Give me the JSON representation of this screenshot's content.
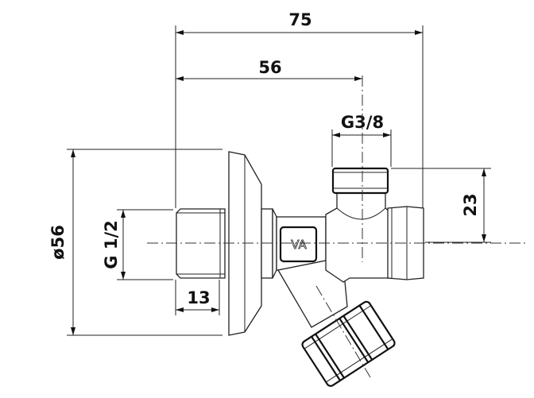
{
  "dimensions": {
    "overall_length": "75",
    "axis_to_outlet": "56",
    "outlet_thread": "G3/8",
    "outlet_height": "23",
    "flange_diameter": "ø56",
    "inlet_thread": "G 1/2",
    "thread_length": "13"
  },
  "marking": "VA"
}
